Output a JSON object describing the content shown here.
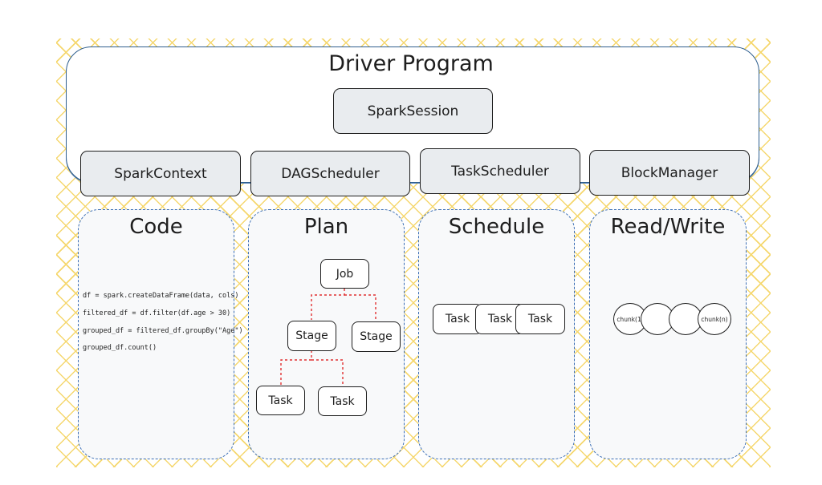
{
  "driver": {
    "title": "Driver Program",
    "session": "SparkSession",
    "components": [
      "SparkContext",
      "DAGScheduler",
      "TaskScheduler",
      "BlockManager"
    ]
  },
  "panels": {
    "code": {
      "title": "Code",
      "lines": [
        "df = spark.createDataFrame(data, cols)",
        "filtered_df = df.filter(df.age > 30)",
        "grouped_df = filtered_df.groupBy(\"Age\")",
        "grouped_df.count()"
      ]
    },
    "plan": {
      "title": "Plan",
      "job": "Job",
      "stages": [
        "Stage",
        "Stage"
      ],
      "tasks": [
        "Task",
        "Task"
      ]
    },
    "schedule": {
      "title": "Schedule",
      "tasks": [
        "Task",
        "Task",
        "Task"
      ]
    },
    "readwrite": {
      "title": "Read/Write",
      "chunk_first": "chunk(1)",
      "chunk_last": "chunk(n)"
    }
  },
  "colors": {
    "pattern": "#f5d76e",
    "driver_border": "#2f5f8f",
    "panel_border": "#3b6eb5",
    "component_fill": "#e9ecef",
    "edge": "#e03131"
  }
}
